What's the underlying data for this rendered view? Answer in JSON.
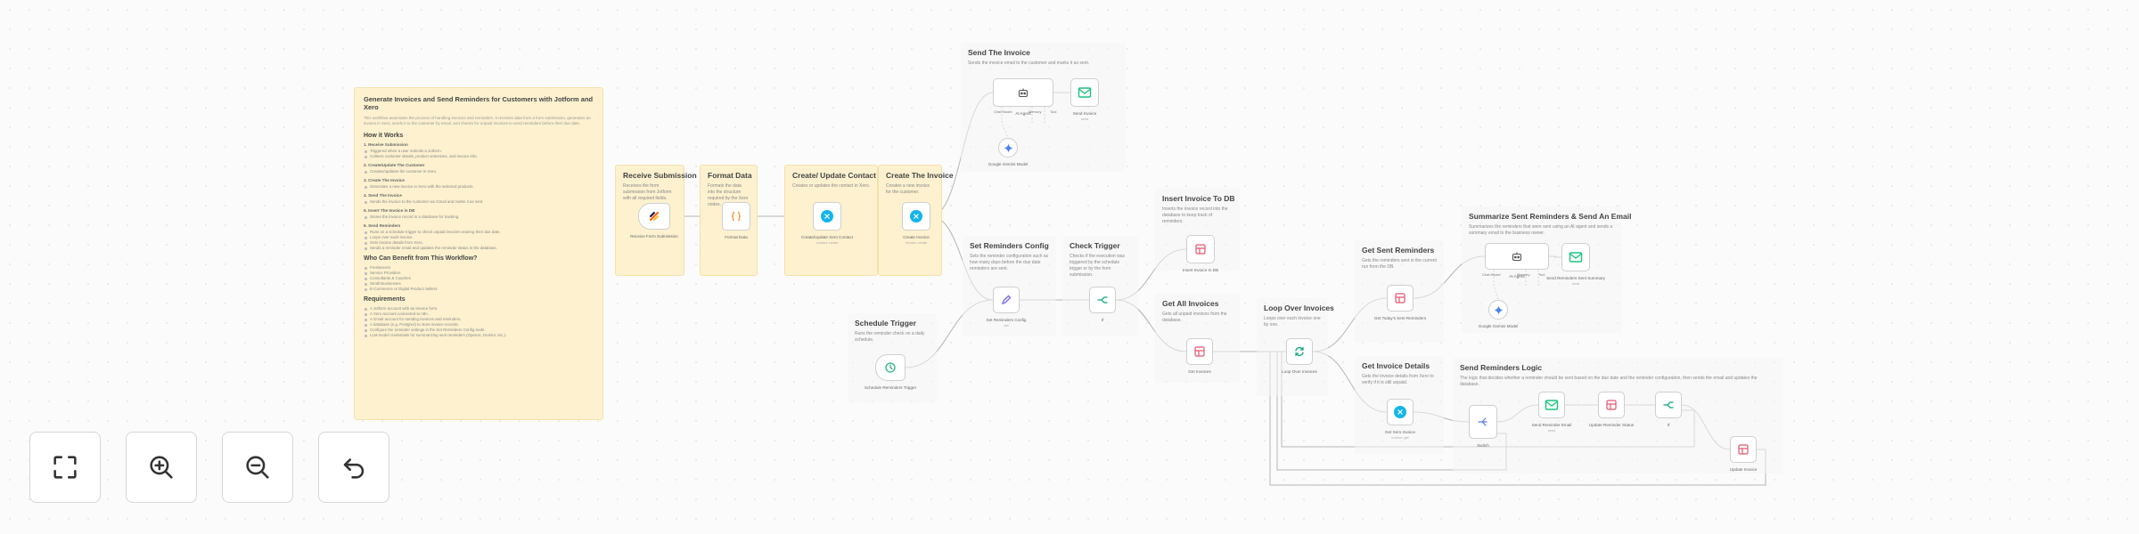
{
  "note": {
    "title": "Generate Invoices and Send Reminders for Customers with Jotform and Xero",
    "intro": "This workflow automates the process of handling invoices and reminders. It receives data from a form submission, generates an invoice in Xero, sends it to the customer by email, and checks for unpaid invoices to send reminders before their due date.",
    "how_title": "How it Works",
    "sections": [
      {
        "title": "1. Receive Submission",
        "items": [
          "Triggered when a user submits a Jotform.",
          "Collects customer details, product selections, and invoice info."
        ]
      },
      {
        "title": "2. Create/Update The Customer",
        "items": [
          "Creates/updates the customer in Xero."
        ]
      },
      {
        "title": "3. Create The Invoice",
        "items": [
          "Generates a new invoice in Xero with the selected products."
        ]
      },
      {
        "title": "4. Send The Invoice",
        "items": [
          "Sends the invoice to the customer via Gmail and marks it as sent."
        ]
      },
      {
        "title": "5. Insert The Invoice in DB",
        "items": [
          "Stores the invoice record in a database for tracking."
        ]
      },
      {
        "title": "6. Send Reminders",
        "items": [
          "Runs on a schedule trigger to check unpaid invoices nearing their due date.",
          "Loops over each invoice.",
          "Gets invoice details from Xero.",
          "Sends a reminder email and updates the reminder status in the database."
        ]
      }
    ],
    "benefit_title": "Who Can Benefit from This Workflow?",
    "benefits": [
      "Freelancers",
      "Service Providers",
      "Consultants & Coaches",
      "Small Businesses",
      "E-Commerce or Digital Product Sellers"
    ],
    "req_title": "Requirements",
    "requirements": [
      "A Jotform account with an invoice form.",
      "A Xero account connected to n8n.",
      "A Gmail account for sending invoices and reminders.",
      "A database (e.g. Postgres) to store invoice records.",
      "Configure the reminder settings in the Set Reminders Config node.",
      "LLM model credentials for summarizing sent reminders (OpenAI, Gemini, etc.)."
    ]
  },
  "stickies": [
    {
      "id": "receive",
      "title": "Receive Submission",
      "desc": "Receives the form submission from Jotform with all required fields."
    },
    {
      "id": "format",
      "title": "Format Data",
      "desc": "Formats the data into the structure required by the Xero nodes."
    },
    {
      "id": "contact",
      "title": "Create/ Update Contact",
      "desc": "Creates or updates the contact in Xero."
    },
    {
      "id": "invoice",
      "title": "Create The Invoice",
      "desc": "Creates a new invoice for the customer."
    },
    {
      "id": "send",
      "title": "Send The Invoice",
      "desc": "Sends the invoice email to the customer and marks it as sent."
    },
    {
      "id": "insert",
      "title": "Insert Invoice To DB",
      "desc": "Inserts the invoice record into the database to keep track of reminders."
    },
    {
      "id": "config",
      "title": "Set Reminders Config",
      "desc": "Sets the reminder configuration such as how many days before the due date reminders are sent."
    },
    {
      "id": "check",
      "title": "Check Trigger",
      "desc": "Checks if the execution was triggered by the schedule trigger or by the form submission."
    },
    {
      "id": "getall",
      "title": "Get All Invoices",
      "desc": "Gets all unpaid invoices from the database."
    },
    {
      "id": "schedule",
      "title": "Schedule Trigger",
      "desc": "Runs the reminder check on a daily schedule."
    },
    {
      "id": "loop",
      "title": "Loop Over Invoices",
      "desc": "Loops over each invoice one by one."
    },
    {
      "id": "getsent",
      "title": "Get Sent Reminders",
      "desc": "Gets the reminders sent in the current run from the DB."
    },
    {
      "id": "summarize",
      "title": "Summarize Sent Reminders & Send An Email",
      "desc": "Summarizes the reminders that were sent using an AI agent and sends a summary email to the business owner."
    },
    {
      "id": "details",
      "title": "Get Invoice Details",
      "desc": "Gets the invoice details from Xero to verify if it is still unpaid."
    },
    {
      "id": "logic",
      "title": "Send Reminders Logic",
      "desc": "The logic that decides whether a reminder should be sent based on the due date and the reminder configuration, then sends the email and updates the database."
    }
  ],
  "nodes": [
    {
      "id": "jotform",
      "label": "Receive Form Submission",
      "sub": "",
      "icon": "jotform-icon"
    },
    {
      "id": "code",
      "label": "Format Data",
      "sub": "",
      "icon": "code-icon"
    },
    {
      "id": "xero1",
      "label": "Create/Update Xero Contact",
      "sub": "contact: create",
      "icon": "xero-icon"
    },
    {
      "id": "xero2",
      "label": "Create Invoice",
      "sub": "invoice: create",
      "icon": "xero-icon"
    },
    {
      "id": "agent1",
      "label": "AI Agent",
      "sub": "",
      "icon": "robot-icon"
    },
    {
      "id": "gmail1",
      "label": "Send Invoice",
      "sub": "send",
      "icon": "gmail-icon"
    },
    {
      "id": "gemini1",
      "label": "Google Gemini Model",
      "sub": "",
      "icon": "gemini-icon"
    },
    {
      "id": "db1",
      "label": "Insert Invoice In DB",
      "sub": "",
      "icon": "database-icon"
    },
    {
      "id": "setconfig",
      "label": "Set Reminders Config",
      "sub": "set",
      "icon": "pencil-icon"
    },
    {
      "id": "if1",
      "label": "If",
      "sub": "",
      "icon": "if-icon"
    },
    {
      "id": "db2",
      "label": "Get Invoices",
      "sub": "",
      "icon": "database-icon"
    },
    {
      "id": "schedule",
      "label": "Schedule Reminders Trigger",
      "sub": "",
      "icon": "clock-icon"
    },
    {
      "id": "loop",
      "label": "Loop Over Invoices",
      "sub": "",
      "icon": "loop-icon"
    },
    {
      "id": "db3",
      "label": "Get Today's Sent Reminders",
      "sub": "",
      "icon": "database-icon"
    },
    {
      "id": "agent2",
      "label": "AI Agent",
      "sub": "",
      "icon": "robot-icon"
    },
    {
      "id": "gmail2",
      "label": "Send Reminders Sent Summary",
      "sub": "send",
      "icon": "gmail-icon"
    },
    {
      "id": "gemini2",
      "label": "Google Gemini Model",
      "sub": "",
      "icon": "gemini-icon"
    },
    {
      "id": "xero3",
      "label": "Get Xero Invoice",
      "sub": "invoice: get",
      "icon": "xero-icon"
    },
    {
      "id": "switch",
      "label": "Switch",
      "sub": "",
      "icon": "switch-icon"
    },
    {
      "id": "gmail3",
      "label": "Send Reminder Email",
      "sub": "send",
      "icon": "gmail-icon"
    },
    {
      "id": "db4",
      "label": "Update Reminder Status",
      "sub": "",
      "icon": "database-icon"
    },
    {
      "id": "if2",
      "label": "If",
      "sub": "",
      "icon": "if-icon"
    },
    {
      "id": "db5",
      "label": "Update Invoice",
      "sub": "",
      "icon": "database-icon"
    }
  ],
  "agent_labels": {
    "model": "Chat Model",
    "memory": "Memory",
    "tool": "Tool"
  },
  "controls": [
    {
      "id": "fit",
      "icon": "fit-view-icon"
    },
    {
      "id": "zoomin",
      "icon": "zoom-in-icon"
    },
    {
      "id": "zoomout",
      "icon": "zoom-out-icon"
    },
    {
      "id": "reset",
      "icon": "reset-icon"
    }
  ],
  "colors": {
    "xero": "#13b5ea",
    "gmail": "#19c37d",
    "jotform": "#ff6100",
    "database": "#e4566f",
    "code": "#ff9a3c",
    "pencil": "#7b6cf6",
    "if": "#0ea57d",
    "schedule": "#2fb381",
    "sticky": "#fdf1cf",
    "edge": "#b5b5b5"
  }
}
